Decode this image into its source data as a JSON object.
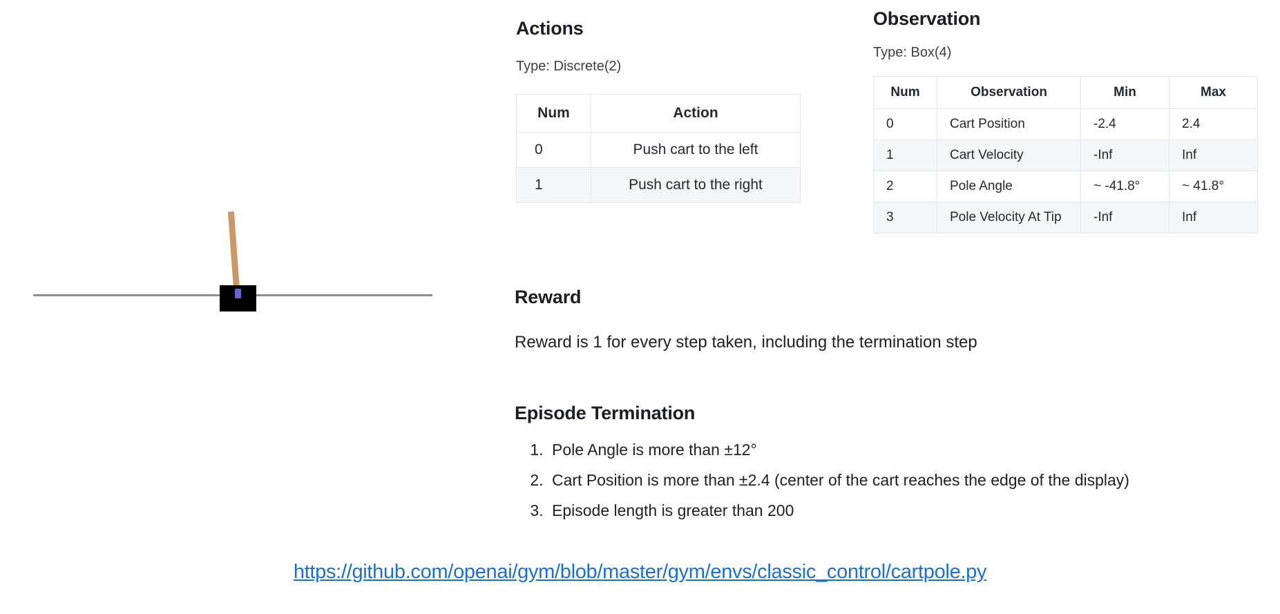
{
  "figure": {
    "name": "cartpole-environment-render",
    "cart_color": "#000000",
    "pole_color": "#cc9966",
    "axle_color": "#6666cc",
    "track_color": "#8e8e8e"
  },
  "actions": {
    "heading": "Actions",
    "type_line": "Type: Discrete(2)",
    "columns": [
      "Num",
      "Action"
    ],
    "rows": [
      {
        "num": "0",
        "action": "Push cart to the left"
      },
      {
        "num": "1",
        "action": "Push cart to the right"
      }
    ]
  },
  "observation": {
    "heading": "Observation",
    "type_line": "Type: Box(4)",
    "columns": [
      "Num",
      "Observation",
      "Min",
      "Max"
    ],
    "rows": [
      {
        "num": "0",
        "observation": "Cart Position",
        "min": "-2.4",
        "max": "2.4"
      },
      {
        "num": "1",
        "observation": "Cart Velocity",
        "min": "-Inf",
        "max": "Inf"
      },
      {
        "num": "2",
        "observation": "Pole Angle",
        "min": "~ -41.8°",
        "max": "~ 41.8°"
      },
      {
        "num": "3",
        "observation": "Pole Velocity At Tip",
        "min": "-Inf",
        "max": "Inf"
      }
    ]
  },
  "reward": {
    "heading": "Reward",
    "text": "Reward is 1 for every step taken, including the termination step"
  },
  "termination": {
    "heading": "Episode Termination",
    "items": [
      "Pole Angle is more than ±12°",
      "Cart Position is more than ±2.4 (center of the cart reaches the edge of the display)",
      "Episode length is greater than 200"
    ]
  },
  "source": {
    "link_text": "https://github.com/openai/gym/blob/master/gym/envs/classic_control/cartpole.py",
    "link_color": "#1a6fd4"
  }
}
